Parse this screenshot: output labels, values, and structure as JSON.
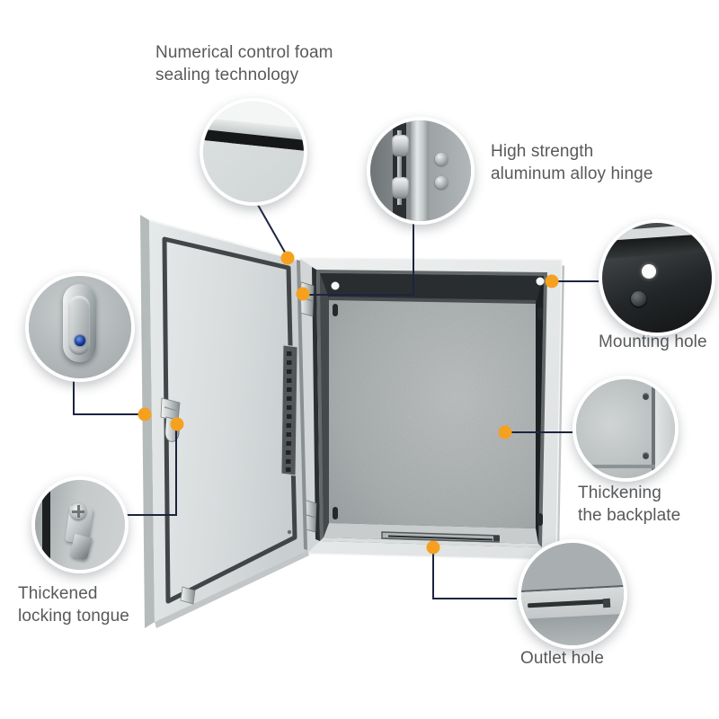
{
  "product": {
    "subject": "wall-mount electrical enclosure with open door"
  },
  "colors": {
    "accent_dot": "#F5A11F",
    "connector_line": "#1C2440",
    "label_text": "#58595B"
  },
  "callouts": {
    "foam_seal": {
      "label": "Numerical control foam\nsealing technology"
    },
    "hinge": {
      "label": "High strength\naluminum alloy hinge"
    },
    "mounting_hole": {
      "label": "Mounting hole"
    },
    "backplate": {
      "label": "Thickening\nthe backplate"
    },
    "outlet_hole": {
      "label": "Outlet hole"
    },
    "locking_tongue": {
      "label": "Thickened\nlocking tongue"
    }
  }
}
